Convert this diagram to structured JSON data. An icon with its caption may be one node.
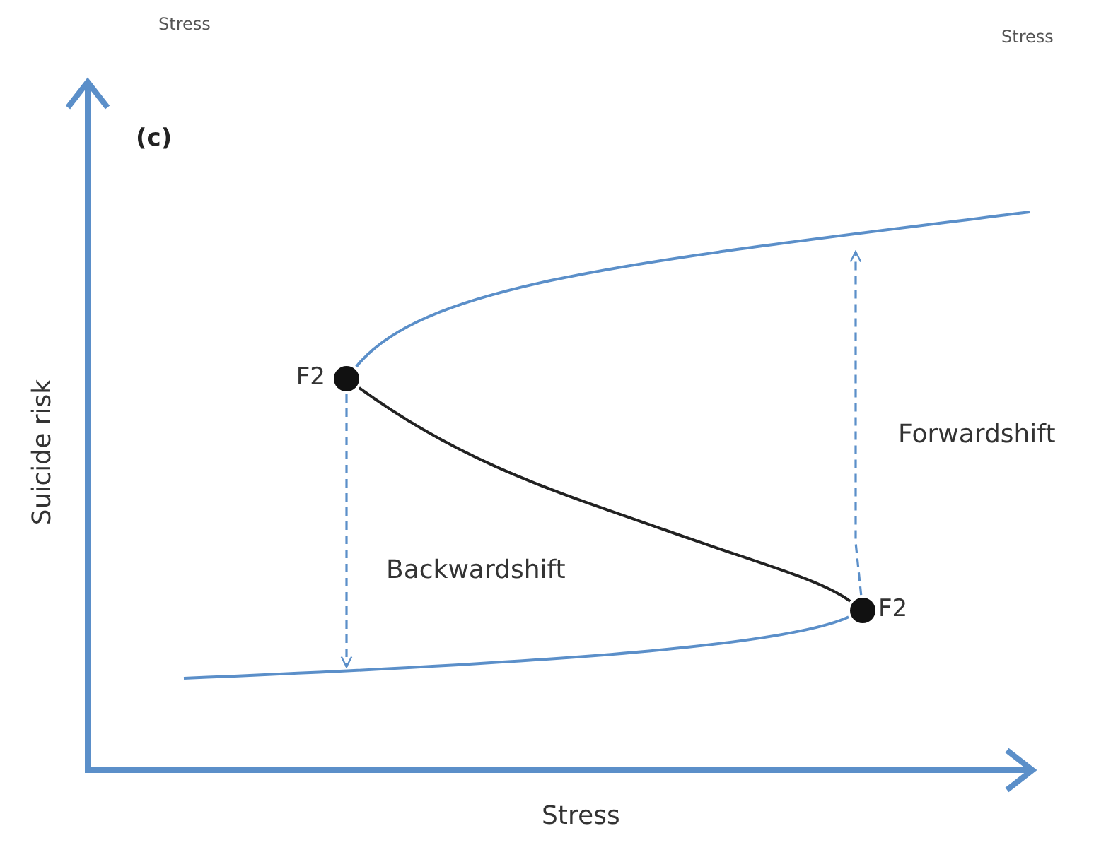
{
  "diagram": {
    "nodes": [
      {
        "text": [],
        "shape": "circle",
        "beside": [
          "F2"
        ]
      },
      {
        "text": [],
        "shape": "circle",
        "beside": [
          "F2"
        ]
      }
    ],
    "edges": [
      {
        "from": 0,
        "to": 1,
        "arrow": "none",
        "color": "#222222"
      },
      {
        "from": 0,
        "to": null,
        "arrow": "none"
      },
      {
        "from": 1,
        "to": null,
        "arrow": "none"
      },
      {
        "from": 0,
        "to": null,
        "arrow": "to",
        "style": "dashed",
        "label": "Backwardshift"
      },
      {
        "from": 1,
        "to": null,
        "arrow": "to",
        "style": "dashed",
        "label": "Forwardshift"
      }
    ],
    "labels": [
      "Stress",
      "Stress",
      "(c)",
      "Suicide risk",
      "Stress"
    ]
  }
}
